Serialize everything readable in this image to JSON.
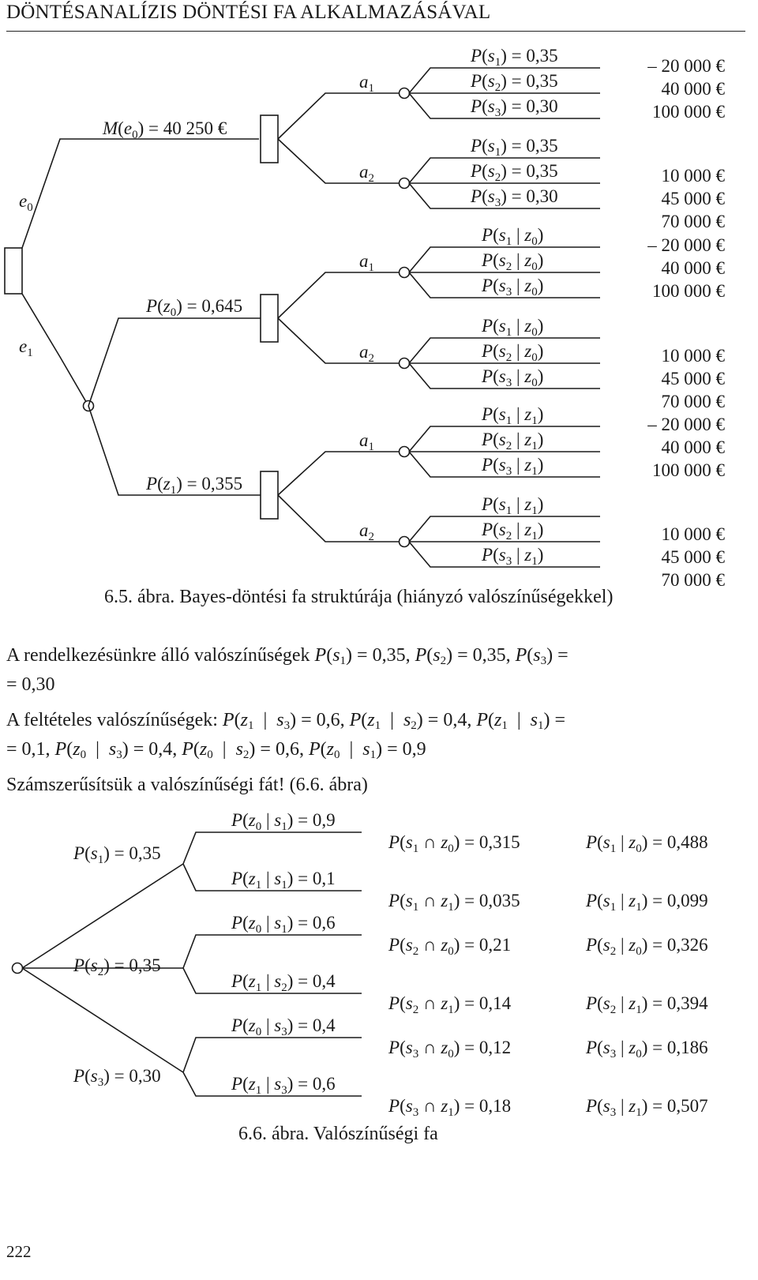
{
  "header": {
    "title": "DÖNTÉSANALÍZIS DÖNTÉSI FA ALKALMAZÁSÁVAL"
  },
  "tree1": {
    "root_labels": {
      "e0": "e",
      "e0_sub": "0",
      "e1": "e",
      "e1_sub": "1"
    },
    "m_label": {
      "pre": "M",
      "sub": "0",
      "val": ") = 40 250 €"
    },
    "pz0": {
      "pre": "P(",
      "var": "z",
      "sub": "0",
      "val": ") = 0,645"
    },
    "pz1": {
      "pre": "P(",
      "var": "z",
      "sub": "1",
      "val": ") = 0,355"
    },
    "action_var": "a",
    "action_subs": [
      "1",
      "2",
      "1",
      "2",
      "1",
      "2"
    ],
    "prob_groups": [
      [
        {
          "s": "1",
          "v": ") = 0,35"
        },
        {
          "s": "2",
          "v": ") = 0,35"
        },
        {
          "s": "3",
          "v": ") = 0,30"
        }
      ],
      [
        {
          "s": "1",
          "v": ") = 0,35"
        },
        {
          "s": "2",
          "v": ") = 0,35"
        },
        {
          "s": "3",
          "v": ") = 0,30"
        }
      ],
      [
        {
          "s": "1",
          "z": "0"
        },
        {
          "s": "2",
          "z": "0"
        },
        {
          "s": "3",
          "z": "0"
        }
      ],
      [
        {
          "s": "1",
          "z": "0"
        },
        {
          "s": "2",
          "z": "0"
        },
        {
          "s": "3",
          "z": "0"
        }
      ],
      [
        {
          "s": "1",
          "z": "1"
        },
        {
          "s": "2",
          "z": "1"
        },
        {
          "s": "3",
          "z": "1"
        }
      ],
      [
        {
          "s": "1",
          "z": "1"
        },
        {
          "s": "2",
          "z": "1"
        },
        {
          "s": "3",
          "z": "1"
        }
      ]
    ],
    "payoffs_a1": [
      "– 20 000 €",
      "40 000 €",
      "100 000 €"
    ],
    "payoffs_a2": [
      "10 000 €",
      "45 000 €",
      "70 000 €"
    ]
  },
  "caption1": "6.5. ábra. Bayes-döntési fa struktúrája (hiányzó valószínűségekkel)",
  "para1": {
    "intro": "A rendelkezésünkre álló valószínűségek ",
    "v1": ") = 0,35, ",
    "v2": ") = 0,35, ",
    "v3": ") = ",
    "line2": "= 0,30"
  },
  "para2": {
    "intro": "A feltételes valószínűségek: ",
    "t1": ") = 0,6, ",
    "t2": ") = 0,4, ",
    "t3": ") = ",
    "line2_start": "= 0,1, ",
    "t4": ") = 0,4, ",
    "t5": ") = 0,6, ",
    "t6": ") = 0,9"
  },
  "para3": "Számszerűsítsük a valószínűségi fát! (6.6. ábra)",
  "tree2": {
    "ps": [
      {
        "s": "1",
        "v": ") = 0,35"
      },
      {
        "s": "2",
        "v": ") = 0,35"
      },
      {
        "s": "3",
        "v": ") = 0,30"
      }
    ],
    "cond": [
      {
        "z": "0",
        "s": "1",
        "v": ") = 0,9"
      },
      {
        "z": "1",
        "s": "1",
        "v": ") = 0,1"
      },
      {
        "z": "0",
        "s": "1",
        "v": ") = 0,6"
      },
      {
        "z": "1",
        "s": "2",
        "v": ") = 0,4"
      },
      {
        "z": "0",
        "s": "3",
        "v": ") = 0,4"
      },
      {
        "z": "1",
        "s": "3",
        "v": ") = 0,6"
      }
    ],
    "joint": [
      {
        "s": "1",
        "z": "0",
        "v": ") = 0,315"
      },
      {
        "s": "1",
        "z": "1",
        "v": ") = 0,035"
      },
      {
        "s": "2",
        "z": "0",
        "v": ") = 0,21"
      },
      {
        "s": "2",
        "z": "1",
        "v": ") = 0,14"
      },
      {
        "s": "3",
        "z": "0",
        "v": ") = 0,12"
      },
      {
        "s": "3",
        "z": "1",
        "v": ") = 0,18"
      }
    ],
    "post": [
      {
        "s": "1",
        "z": "0",
        "v": ") = 0,488"
      },
      {
        "s": "1",
        "z": "1",
        "v": ") = 0,099"
      },
      {
        "s": "2",
        "z": "0",
        "v": ") = 0,326"
      },
      {
        "s": "2",
        "z": "1",
        "v": ") = 0,394"
      },
      {
        "s": "3",
        "z": "0",
        "v": ") = 0,186"
      },
      {
        "s": "3",
        "z": "1",
        "v": ") = 0,507"
      }
    ]
  },
  "caption2": "6.6. ábra. Valószínűségi fa",
  "page_number": "222"
}
